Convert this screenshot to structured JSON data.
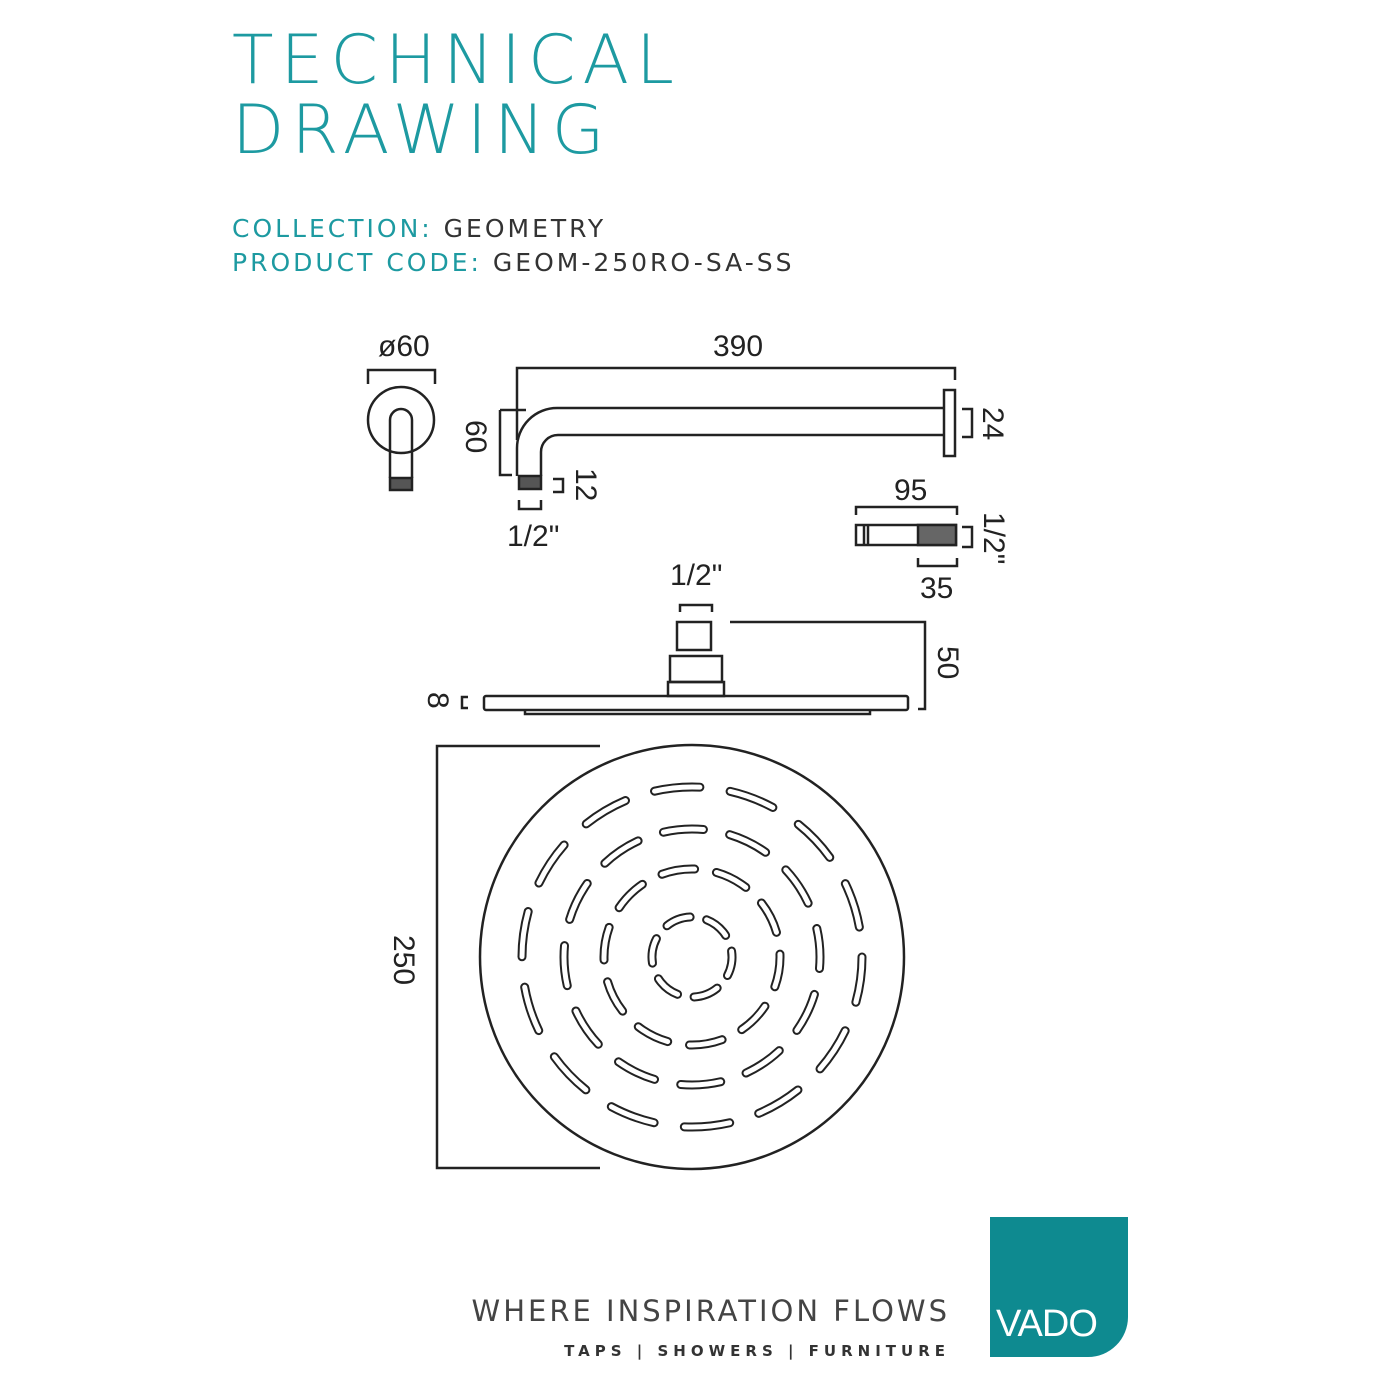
{
  "header": {
    "title_line1": "TECHNICAL",
    "title_line2": "DRAWING"
  },
  "meta": {
    "collection_label": "COLLECTION:",
    "collection_value": "GEOMETRY",
    "product_code_label": "PRODUCT CODE:",
    "product_code_value": "GEOM-250RO-SA-SS"
  },
  "dimensions": {
    "wall_plate_diameter": "ø60",
    "arm_length": "390",
    "arm_drop": "60",
    "arm_diameter": "24",
    "thread_length": "12",
    "arm_thread": "1/2\"",
    "nipple_length": "95",
    "nipple_thread": "1/2\"",
    "nipple_thread_length": "35",
    "head_thread": "1/2\"",
    "head_height": "50",
    "head_thickness": "8",
    "head_diameter": "250"
  },
  "footer": {
    "slogan": "WHERE INSPIRATION FLOWS",
    "categories": "TAPS | SHOWERS | FURNITURE",
    "logo": "VADO"
  },
  "colors": {
    "accent": "#1d9aa1",
    "logo_bg": "#0e8a90"
  }
}
